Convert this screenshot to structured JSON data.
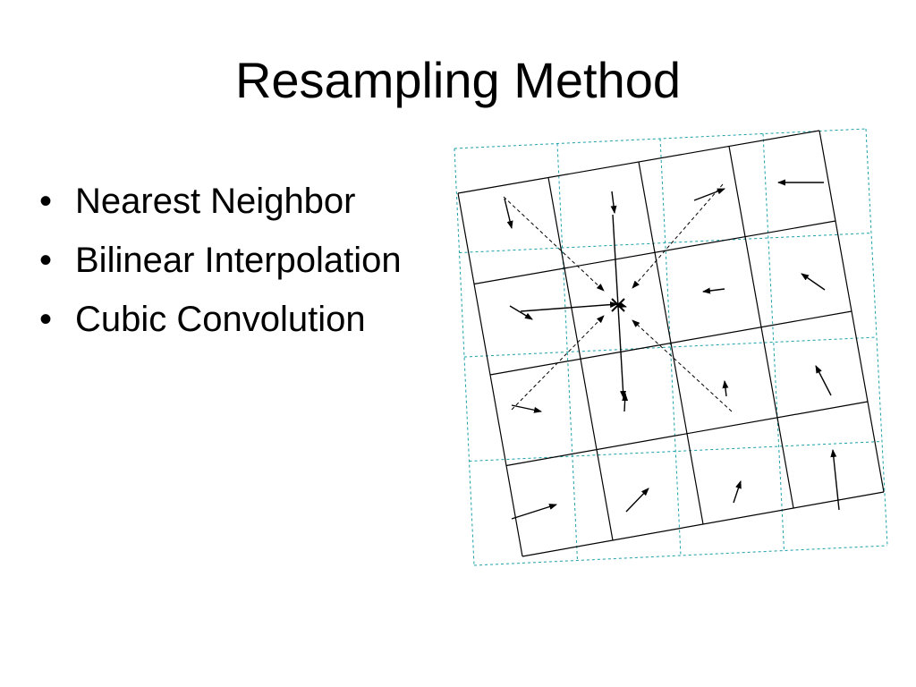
{
  "slide": {
    "title": "Resampling Method",
    "bullet_symbol": "•",
    "bullets": [
      "Nearest Neighbor",
      "Bilinear Interpolation",
      "Cubic Convolution"
    ]
  },
  "colors": {
    "output_grid": "#1aa0a8",
    "input_grid": "#000000",
    "vectors": "#000000"
  },
  "diagram": {
    "output_grid_style": "dashed",
    "input_grid_style": "solid, rotated",
    "center_point_style": "cross",
    "vector_style": "arrow",
    "connector_style": "dashed arrow"
  }
}
